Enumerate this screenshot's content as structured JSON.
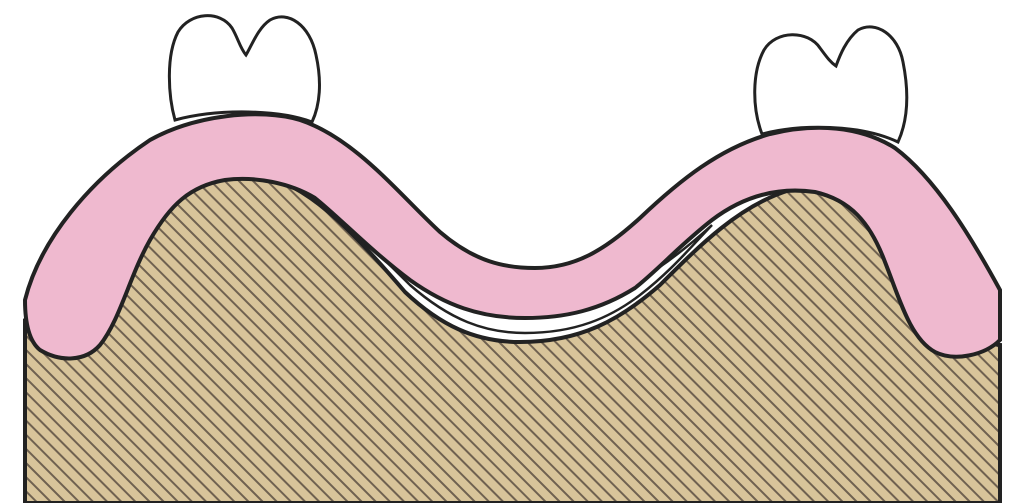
{
  "diagram": {
    "elements": [
      "denture-base",
      "artificial-tooth-left",
      "artificial-tooth-right",
      "ridge-tissue",
      "gap-space"
    ],
    "colors": {
      "background": "#ffffff",
      "tissue_fill": "#d8c49a",
      "hatch_line": "#6f6150",
      "denture_fill": "#efb9cf",
      "outline": "#222222",
      "tooth_fill": "#ffffff",
      "gap_fill": "#ffffff"
    }
  }
}
